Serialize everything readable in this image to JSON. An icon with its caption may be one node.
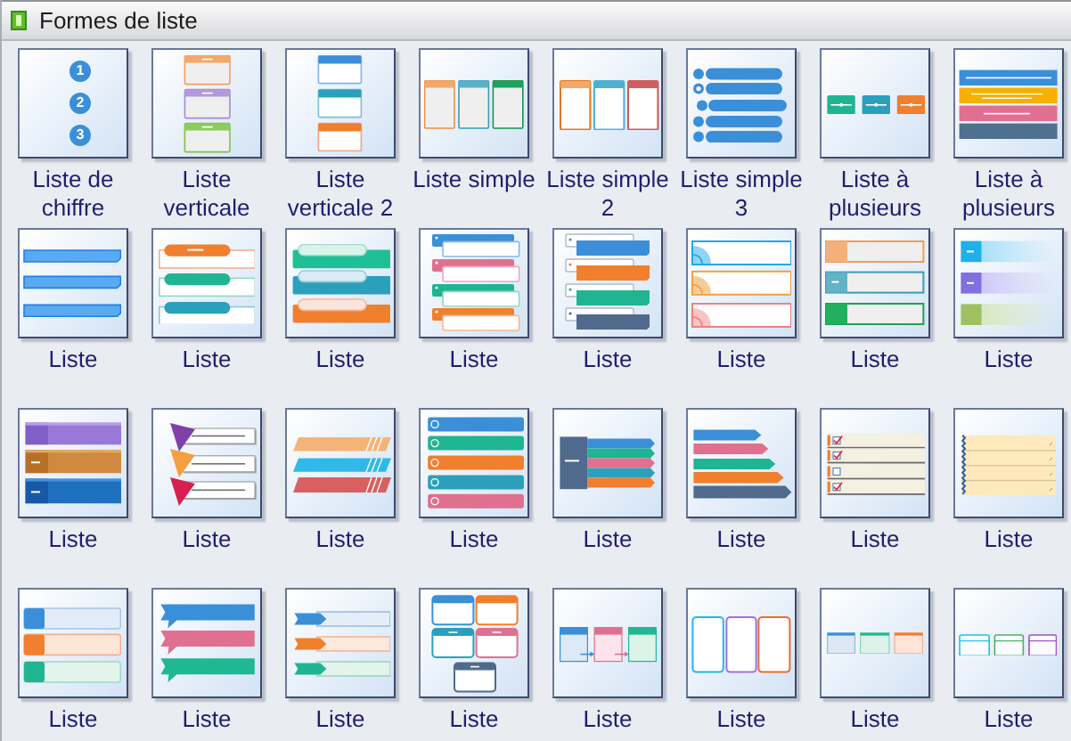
{
  "diagram": {
    "title": "Formes de liste",
    "nodes": [
      {
        "text": [
          "Liste de chiffre"
        ]
      },
      {
        "text": [
          "Liste verticale"
        ]
      },
      {
        "text": [
          "Liste verticale 2"
        ]
      },
      {
        "text": [
          "Liste simple"
        ]
      },
      {
        "text": [
          "Liste simple 2"
        ]
      },
      {
        "text": [
          "Liste simple 3"
        ]
      },
      {
        "text": [
          "Liste à plusieurs"
        ]
      },
      {
        "text": [
          "Liste à plusieurs"
        ]
      },
      {
        "text": [
          "Liste"
        ]
      },
      {
        "text": [
          "Liste"
        ]
      },
      {
        "text": [
          "Liste"
        ]
      },
      {
        "text": [
          "Liste"
        ]
      },
      {
        "text": [
          "Liste"
        ]
      },
      {
        "text": [
          "Liste"
        ]
      },
      {
        "text": [
          "Liste"
        ]
      },
      {
        "text": [
          "Liste"
        ]
      },
      {
        "text": [
          "Liste"
        ]
      },
      {
        "text": [
          "Liste"
        ]
      },
      {
        "text": [
          "Liste"
        ]
      },
      {
        "text": [
          "Liste"
        ]
      },
      {
        "text": [
          "Liste"
        ]
      },
      {
        "text": [
          "Liste"
        ]
      },
      {
        "text": [
          "Liste"
        ]
      },
      {
        "text": [
          "Liste"
        ]
      },
      {
        "text": [
          "Liste"
        ]
      },
      {
        "text": [
          "Liste"
        ]
      },
      {
        "text": [
          "Liste"
        ]
      },
      {
        "text": [
          "Liste"
        ]
      },
      {
        "text": [
          "Liste"
        ]
      },
      {
        "text": [
          "Liste"
        ]
      },
      {
        "text": [
          "Liste"
        ]
      },
      {
        "text": [
          "Liste"
        ]
      }
    ],
    "labels": [
      "1",
      "2",
      "3"
    ]
  }
}
